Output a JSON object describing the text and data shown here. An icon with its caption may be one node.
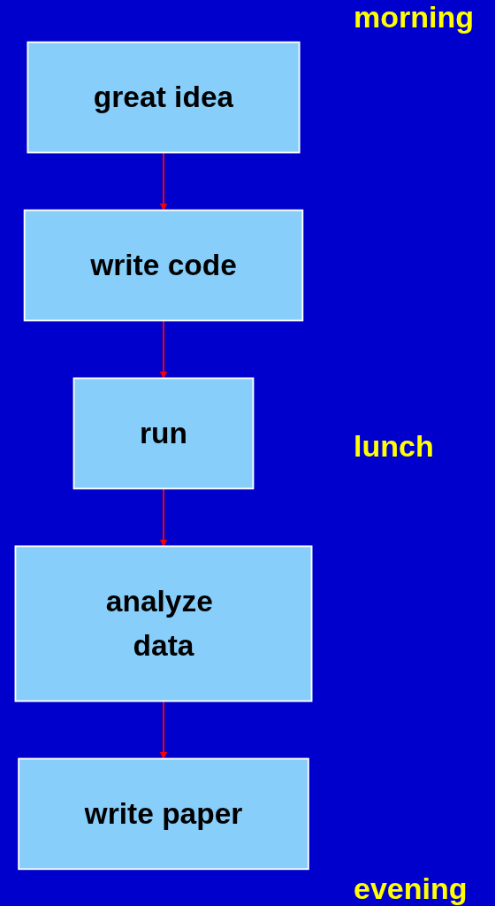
{
  "diagram": {
    "nodes": [
      {
        "text": [
          "great idea"
        ]
      },
      {
        "text": [
          "write code"
        ]
      },
      {
        "text": [
          "run"
        ]
      },
      {
        "text": [
          "analyze data"
        ]
      },
      {
        "text": [
          "write paper"
        ]
      }
    ],
    "edges": [
      {
        "from": 0,
        "to": 1,
        "arrow": "to"
      },
      {
        "from": 1,
        "to": 2,
        "arrow": "to"
      },
      {
        "from": 2,
        "to": 3,
        "arrow": "to"
      },
      {
        "from": 3,
        "to": 4,
        "arrow": "to"
      }
    ],
    "labels": [
      "morning",
      "lunch",
      "evening"
    ]
  }
}
